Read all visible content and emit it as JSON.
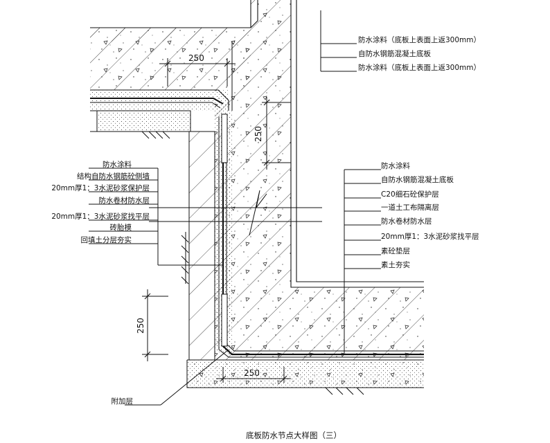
{
  "caption": "底板防水节点大样图（三）",
  "labels_top_right": [
    "防水涂料（底板上表面上返300mm）",
    "自防水钢筋混凝土底板",
    "防水涂料（底板上表面上返300mm）"
  ],
  "labels_left": [
    "防水涂料",
    "结构自防水钢筋砼侧墙",
    "20mm厚1：3水泥砂浆保护层",
    "防水卷材防水层",
    "20mm厚1：3水泥砂浆找平层",
    "砖胎模",
    "回填土分层夯实"
  ],
  "labels_right": [
    "防水涂料",
    "自防水钢筋混凝土底板",
    "C20细石砼保护层",
    "一道土工布隔离层",
    "防水卷材防水层",
    "20mm厚1：3水泥砂浆找平层",
    "素砼垫层",
    "素土夯实"
  ],
  "label_bottom": "附加层",
  "dimensions": {
    "top_horizontal": "250",
    "upper_vertical": "250",
    "lower_vertical": "250",
    "bottom_horizontal": "250"
  }
}
